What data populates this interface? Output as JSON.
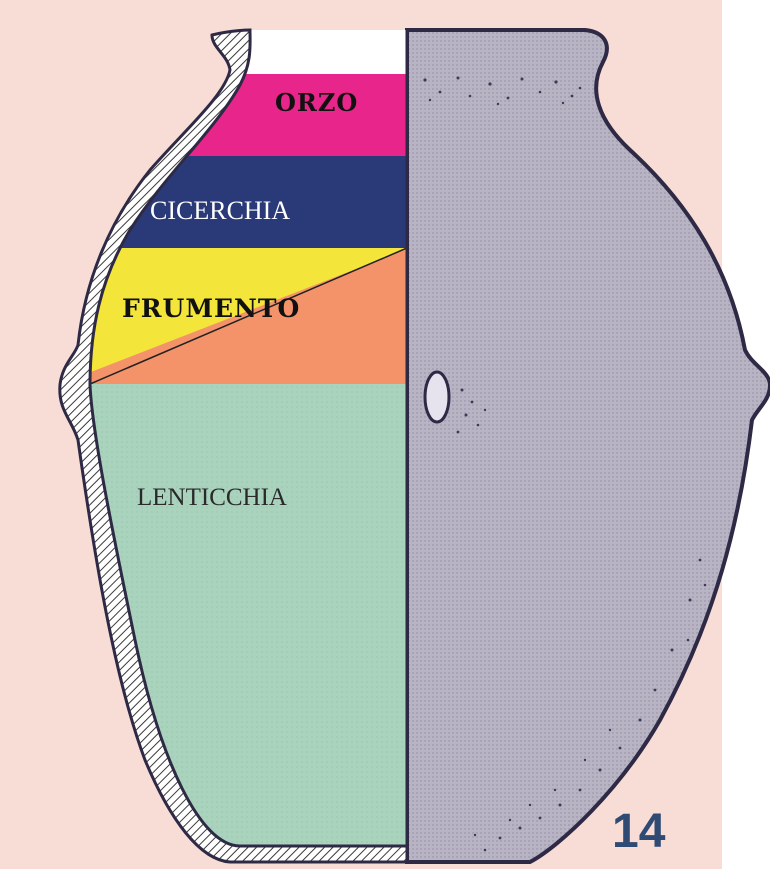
{
  "layers": [
    {
      "label": "ORZO",
      "color": "#e8258a"
    },
    {
      "label": "CICERCHIA",
      "color": "#2a3a78"
    },
    {
      "label": "FRUMENTO",
      "color": "#f3e53a",
      "secondary_color": "#f4936a"
    },
    {
      "label": "LENTICCHIA",
      "color": "#a9d3bd"
    }
  ],
  "jar_exterior_color": "#b9b4c4",
  "page_background": "#f8dcd6",
  "page_number": "14"
}
